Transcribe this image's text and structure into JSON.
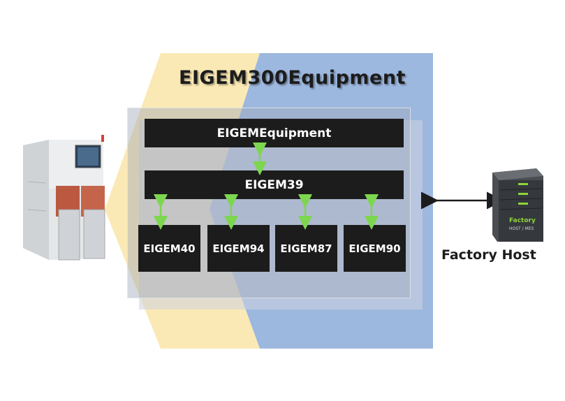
{
  "diagram": {
    "title": "EIGEM300Equipment",
    "equipment_layer": "EIGEMEquipment",
    "core_layer": "EIGEM39",
    "modules": [
      "EIGEM40",
      "EIGEM94",
      "EIGEM87",
      "EIGEM90"
    ],
    "host": {
      "label": "Factory Host",
      "server_text_line1": "Factory",
      "server_text_line2": "HOST / MES"
    }
  },
  "colors": {
    "yellow_wedge": "#fbe9b5",
    "blue_panel": "#9db8df",
    "block_fill": "#1c1c1c",
    "arrow_green": "#7dd64f",
    "server_accent": "#8fd43a"
  },
  "icons": {
    "equipment": "semiconductor-tool-icon",
    "host": "server-tower-icon"
  }
}
